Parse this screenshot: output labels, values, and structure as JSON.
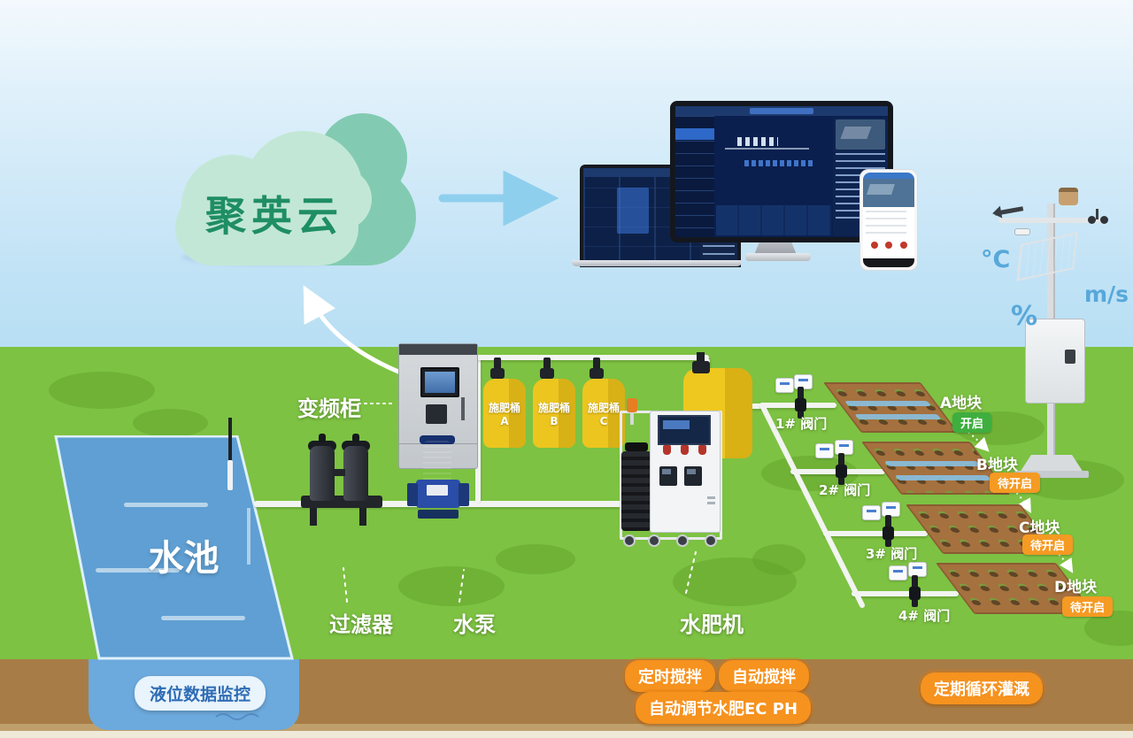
{
  "cloud": {
    "name": "聚英云"
  },
  "weather": {
    "unit_temp": "°C",
    "unit_wind": "m/s",
    "unit_humidity": "%"
  },
  "pool": {
    "label": "水池",
    "badge": "液位数据监控"
  },
  "equipment": {
    "cabinet": "变频柜",
    "filter": "过滤器",
    "pump": "水泵",
    "machine": "水肥机"
  },
  "tanks": [
    {
      "line1": "施肥桶",
      "line2": "A"
    },
    {
      "line1": "施肥桶",
      "line2": "B"
    },
    {
      "line1": "施肥桶",
      "line2": "C"
    }
  ],
  "valves": [
    {
      "label": "1# 阀门"
    },
    {
      "label": "2# 阀门"
    },
    {
      "label": "3# 阀门"
    },
    {
      "label": "4# 阀门"
    }
  ],
  "plots": [
    {
      "name": "A地块",
      "status": "开启",
      "status_color": "#3fae3f",
      "irrigating": true
    },
    {
      "name": "B地块",
      "status": "待开启",
      "status_color": "#f59a23",
      "irrigating": true
    },
    {
      "name": "C地块",
      "status": "待开启",
      "status_color": "#f59a23",
      "irrigating": false
    },
    {
      "name": "D地块",
      "status": "待开启",
      "status_color": "#f59a23",
      "irrigating": false
    }
  ],
  "features": {
    "timed_stir": "定时搅拌",
    "auto_stir": "自动搅拌",
    "auto_ec_ph": "自动调节水肥EC PH",
    "cycle_irrigation": "定期循环灌溉"
  },
  "colors": {
    "grass": "#7dc242",
    "soil": "#a87c46",
    "sky_top": "#f3f9fd",
    "sky_bottom": "#b7def3",
    "pool": "#5f9fd3",
    "cloud_front": "#c3e7d6",
    "cloud_back": "#82cbb2",
    "cloud_text": "#1f8e64",
    "feature_badge": "#f6921e",
    "status_open": "#3fae3f",
    "status_wait": "#f59a23",
    "tank_yellow": "#e8c21a",
    "pipe_white": "#f2f4f1"
  }
}
